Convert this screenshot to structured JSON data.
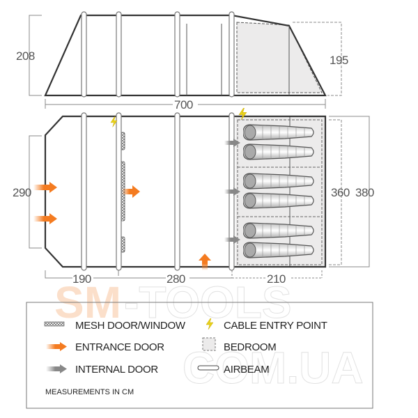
{
  "dimensions": {
    "side_height_left": "208",
    "side_height_bedroom": "195",
    "length": "700",
    "front_width": "290",
    "bedroom_width": "360",
    "total_width": "380",
    "section_1": "190",
    "section_2": "280",
    "section_3": "210"
  },
  "legend": {
    "mesh": "MESH DOOR/WINDOW",
    "cable": "CABLE ENTRY POINT",
    "entrance": "ENTRANCE DOOR",
    "bedroom": "BEDROOM",
    "internal": "INTERNAL DOOR",
    "airbeam": "AIRBEAM",
    "note": "MEASUREMENTS IN CM"
  },
  "watermark": {
    "line1_a": "SM",
    "line1_b": "-TOOLS",
    "line2": "COM.UA"
  },
  "colors": {
    "orange": "#f47b20",
    "grey_arrow": "#999999",
    "bedroom_fill": "#ecebeb",
    "outline": "#333333",
    "cable": "#e8d21a"
  }
}
